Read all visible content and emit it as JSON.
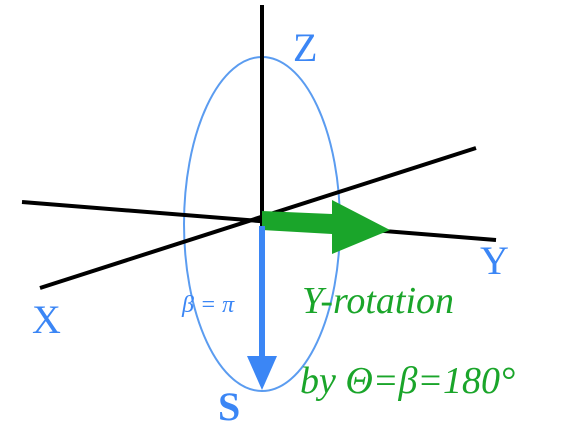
{
  "axes": {
    "z_label": "Z",
    "y_label": "Y",
    "x_label": "X"
  },
  "spin": {
    "label": "S",
    "angle_label": "β = π"
  },
  "caption": {
    "line1": "Y-rotation",
    "line2": "by Θ=β=180°"
  },
  "colors": {
    "axis": "#000000",
    "blue": "#3b86f5",
    "ellipse": "#5b9cf0",
    "green": "#1aa52a"
  }
}
